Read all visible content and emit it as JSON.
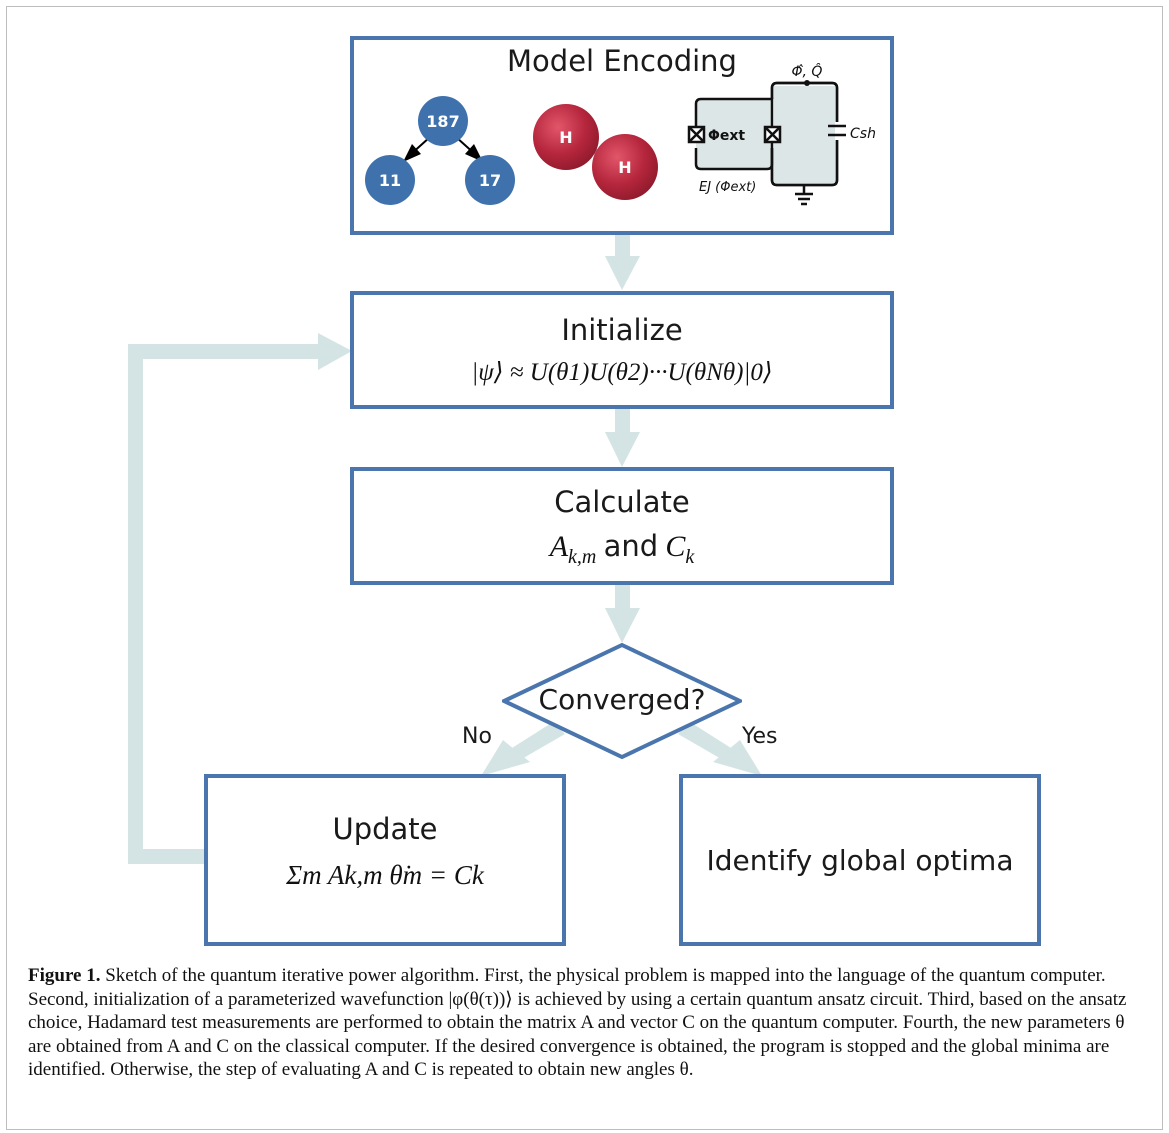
{
  "nodes": {
    "model_encoding": {
      "title": "Model Encoding"
    },
    "initialize": {
      "title": "Initialize",
      "formula": "|ψ⟩ ≈ U(θ1)U(θ2)···U(θNθ)|0⟩"
    },
    "calculate": {
      "title": "Calculate",
      "formula_a": "A",
      "formula_a_sub": "k,m",
      "formula_and": "and",
      "formula_c": "C",
      "formula_c_sub": "k"
    },
    "decision": {
      "label": "Converged?",
      "no_label": "No",
      "yes_label": "Yes"
    },
    "update": {
      "title": "Update",
      "formula": "Σm Ak,m θ̇m = Ck"
    },
    "identify": {
      "label": "Identify global optima"
    }
  },
  "graph": {
    "nodes": [
      "187",
      "11",
      "17"
    ]
  },
  "molecule": {
    "atom1": "H",
    "atom2": "H"
  },
  "circuit": {
    "top_label": "Φ̂, Q̂",
    "flux_label": "Φext",
    "cap_label": "Csh",
    "ej_label": "EJ (Φext)"
  },
  "caption": {
    "label": "Figure 1.",
    "text": "Sketch of the quantum iterative power algorithm. First, the physical problem is mapped into the language of the quantum computer. Second, initialization of a parameterized wavefunction |φ(θ(τ))⟩ is achieved by using a certain quantum ansatz circuit. Third, based on the ansatz choice, Hadamard test measurements are performed to obtain the matrix A and vector C on the quantum computer. Fourth, the new parameters θ are obtained from A and C on the classical computer. If the desired convergence is obtained, the program is stopped and the global minima are identified. Otherwise, the step of evaluating A and C is repeated to obtain new angles θ."
  },
  "colors": {
    "box_border": "#4a76ad",
    "arrow": "#d4e4e4",
    "node_blue": "#3f72ad",
    "atom_red": "#b5263c",
    "circuit_fill": "#dde6e6"
  }
}
